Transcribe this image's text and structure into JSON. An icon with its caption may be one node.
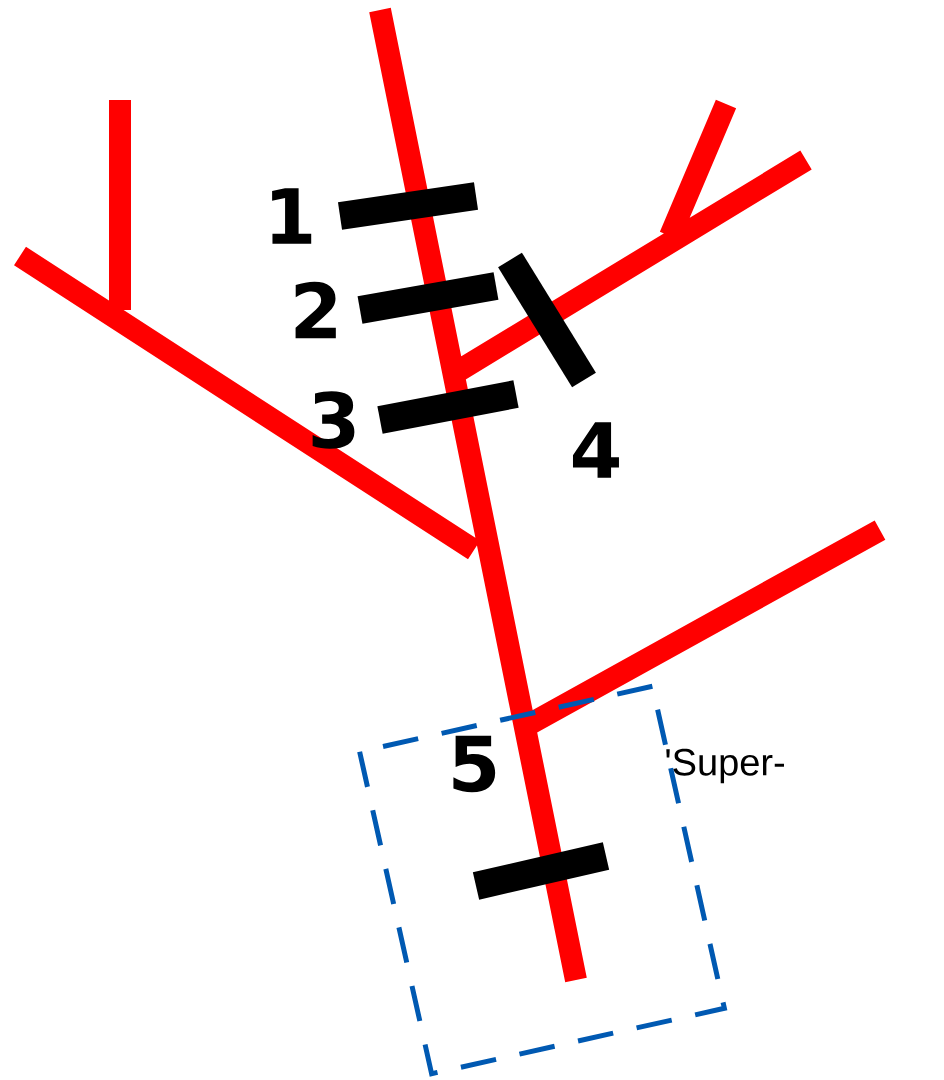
{
  "diagram": {
    "nodes": [
      {
        "text": [
          "5"
        ],
        "beside": [
          "'Super-"
        ]
      }
    ],
    "labels": [
      "1",
      "2",
      "3",
      "4"
    ]
  }
}
